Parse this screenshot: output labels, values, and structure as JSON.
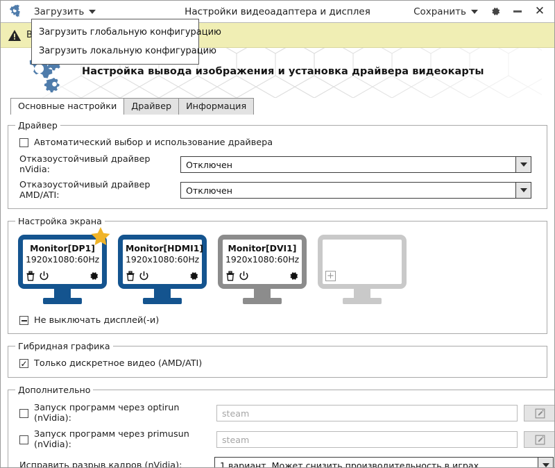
{
  "window": {
    "title": "Настройки видеоадаптера и дисплея",
    "app_icon": "gears-icon",
    "load_menu_label": "Загрузить",
    "save_menu_label": "Сохранить",
    "settings_icon": "gear-icon",
    "minimize_icon": "minimize-icon",
    "close_icon": "close-icon"
  },
  "dropdown": {
    "open": true,
    "items": [
      {
        "label": "Загрузить глобальную конфигурацию"
      },
      {
        "label": "Загрузить локальную конфигурацию"
      }
    ]
  },
  "warning": {
    "icon": "warning-triangle-icon",
    "text": "В"
  },
  "banner": {
    "icon": "gears-icon",
    "title": "Настройка вывода изображения и установка драйвера видеокарты"
  },
  "tabs": [
    {
      "label": "Основные настройки",
      "active": true
    },
    {
      "label": "Драйвер",
      "active": false
    },
    {
      "label": "Информация",
      "active": false
    }
  ],
  "driver_group": {
    "legend": "Драйвер",
    "auto_checkbox": {
      "label": "Автоматический выбор и использование драйвера",
      "state": "unchecked"
    },
    "nvidia": {
      "label": "Отказоустойчивый драйвер nVidia:",
      "value": "Отключен"
    },
    "amd": {
      "label": "Отказоустойчивый драйвер AMD/ATI:",
      "value": "Отключен"
    }
  },
  "screen_group": {
    "legend": "Настройка экрана",
    "monitors": [
      {
        "name": "Monitor[DP1]",
        "resolution": "1920x1080:60Hz",
        "state": "active",
        "primary": true,
        "icons": [
          "trash-icon",
          "power-icon",
          "gear-icon"
        ]
      },
      {
        "name": "Monitor[HDMI1]",
        "resolution": "1920x1080:60Hz",
        "state": "active",
        "primary": false,
        "icons": [
          "trash-icon",
          "power-icon",
          "gear-icon"
        ]
      },
      {
        "name": "Monitor[DVI1]",
        "resolution": "1920x1080:60Hz",
        "state": "inactive",
        "primary": false,
        "icons": [
          "trash-icon",
          "power-icon",
          "gear-icon"
        ]
      },
      {
        "name": "",
        "resolution": "",
        "state": "empty",
        "primary": false,
        "icons": [
          "plus-icon"
        ]
      }
    ],
    "keep_on_checkbox": {
      "label": "Не выключать дисплей(-и)",
      "state": "indeterminate"
    }
  },
  "hybrid_group": {
    "legend": "Гибридная графика",
    "discrete_checkbox": {
      "label": "Только дискретное видео (AMD/ATI)",
      "state": "checked"
    }
  },
  "extra_group": {
    "legend": "Дополнительно",
    "optirun": {
      "label": "Запуск программ через optirun (nVidia):",
      "state": "unchecked",
      "placeholder": "steam",
      "value": "",
      "edit_icon": "edit-pencil-icon"
    },
    "primusrun": {
      "label": "Запуск программ через primusun (nVidia):",
      "state": "unchecked",
      "placeholder": "steam",
      "value": "",
      "edit_icon": "edit-pencil-icon"
    },
    "tearfree": {
      "label": "Исправить разрыв кадров (nVidia):",
      "value": "1 вариант. Может снизить производительность в играх"
    }
  },
  "colors": {
    "accent_blue": "#14548f",
    "warning_bg": "#f0eeb4",
    "star_yellow": "#f0b429",
    "inactive_gray": "#8c8c8c",
    "empty_gray": "#c9c9c9"
  }
}
